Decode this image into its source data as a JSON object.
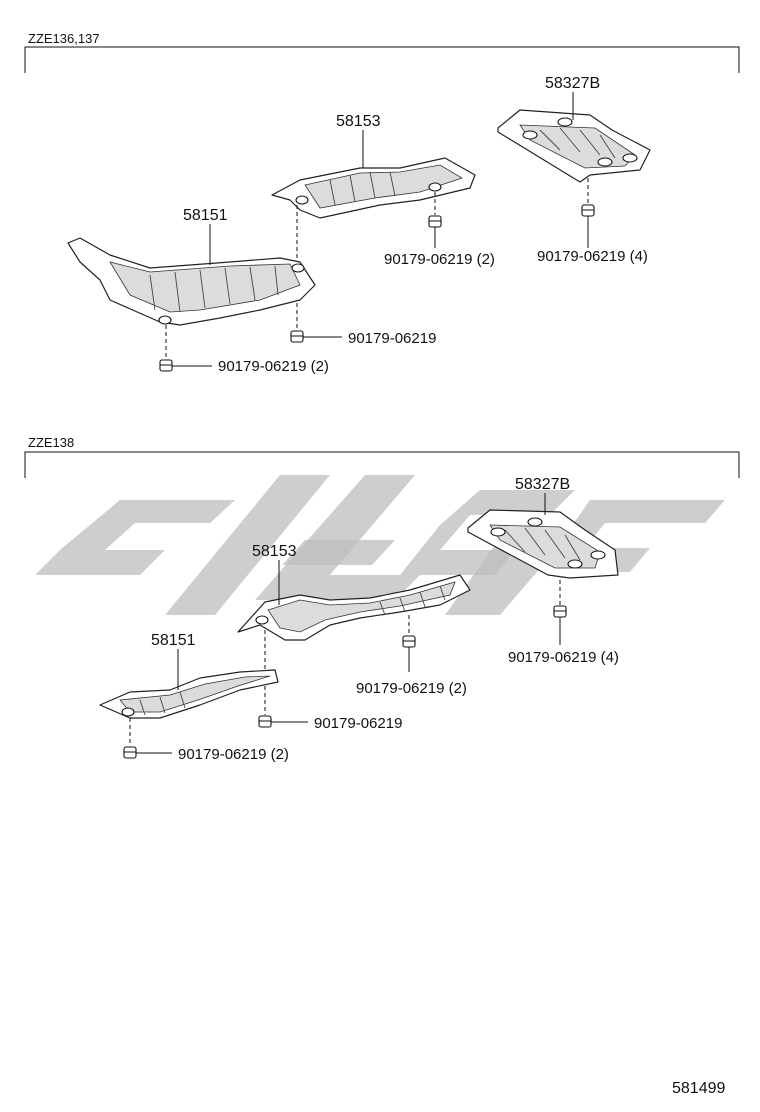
{
  "sections": [
    {
      "model_label": "ZZE136,137",
      "parts": {
        "cover_rear": "58327B",
        "cover_center": "58153",
        "cover_front": "58151"
      },
      "fasteners": {
        "rear": "90179-06219 (4)",
        "center": "90179-06219 (2)",
        "front_single": "90179-06219",
        "front_pair": "90179-06219 (2)"
      }
    },
    {
      "model_label": "ZZE138",
      "parts": {
        "cover_rear": "58327B",
        "cover_center": "58153",
        "cover_front": "58151"
      },
      "fasteners": {
        "rear": "90179-06219 (4)",
        "center": "90179-06219 (2)",
        "front_single": "90179-06219",
        "front_pair": "90179-06219 (2)"
      }
    }
  ],
  "figure_number": "581499",
  "colors": {
    "line": "#111111",
    "watermark": "#bdbdbd",
    "shading": "#dcdcdc"
  },
  "icons": [
    "clip-nut-icon"
  ]
}
